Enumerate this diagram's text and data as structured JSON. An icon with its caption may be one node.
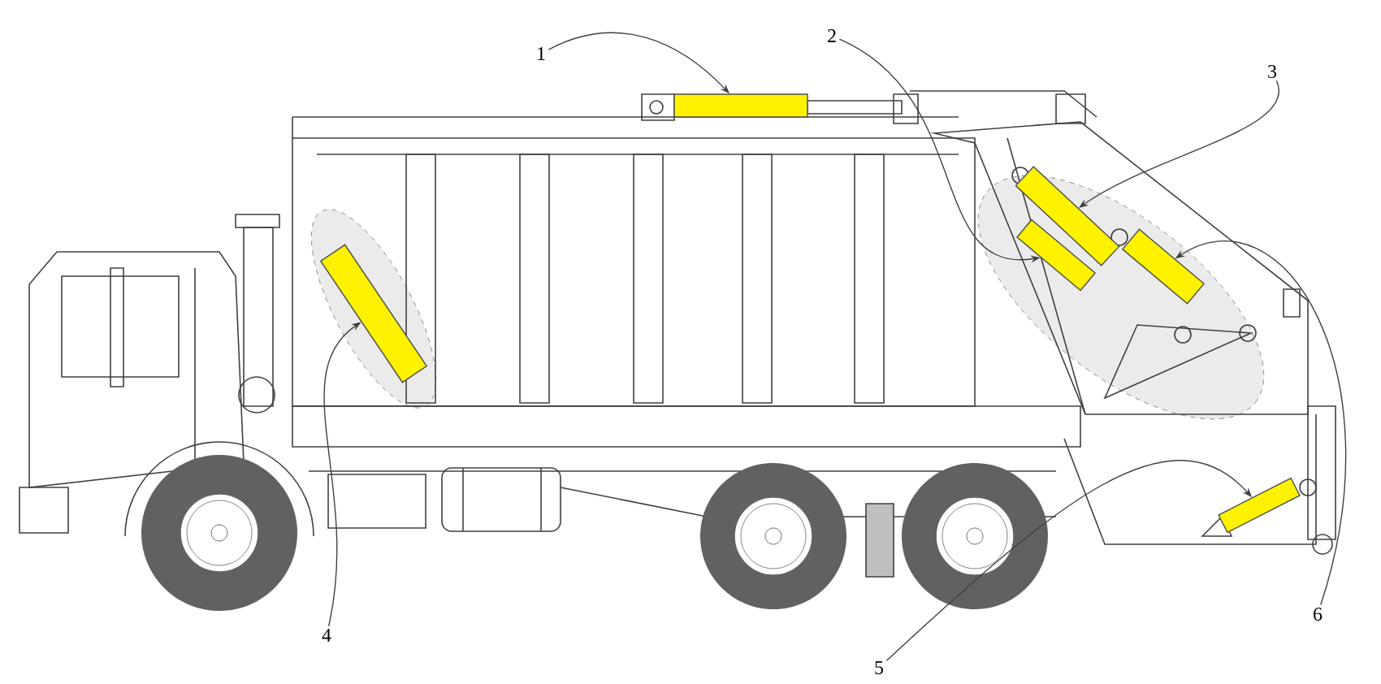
{
  "diagram": {
    "nodes": [
      {
        "text": [
          "1"
        ]
      },
      {
        "text": [
          "2"
        ]
      },
      {
        "text": [
          "3"
        ]
      },
      {
        "text": [
          "4"
        ]
      },
      {
        "text": [
          "5"
        ]
      },
      {
        "text": [
          "6"
        ]
      },
      {
        "text": [],
        "shape": "cylinder"
      },
      {
        "text": [],
        "shape": "cylinder"
      },
      {
        "text": [],
        "shape": "cylinder"
      },
      {
        "text": [],
        "shape": "cylinder"
      },
      {
        "text": [],
        "shape": "cylinder"
      },
      {
        "text": [],
        "shape": "cylinder"
      }
    ],
    "edges": [
      {
        "from": 0,
        "to": 6,
        "arrow": "to"
      },
      {
        "from": 1,
        "to": 7,
        "arrow": "to"
      },
      {
        "from": 2,
        "to": 8,
        "arrow": "to"
      },
      {
        "from": 3,
        "to": 9,
        "arrow": "to"
      },
      {
        "from": 4,
        "to": 10,
        "arrow": "to"
      },
      {
        "from": 5,
        "to": 11,
        "arrow": "to"
      }
    ]
  }
}
